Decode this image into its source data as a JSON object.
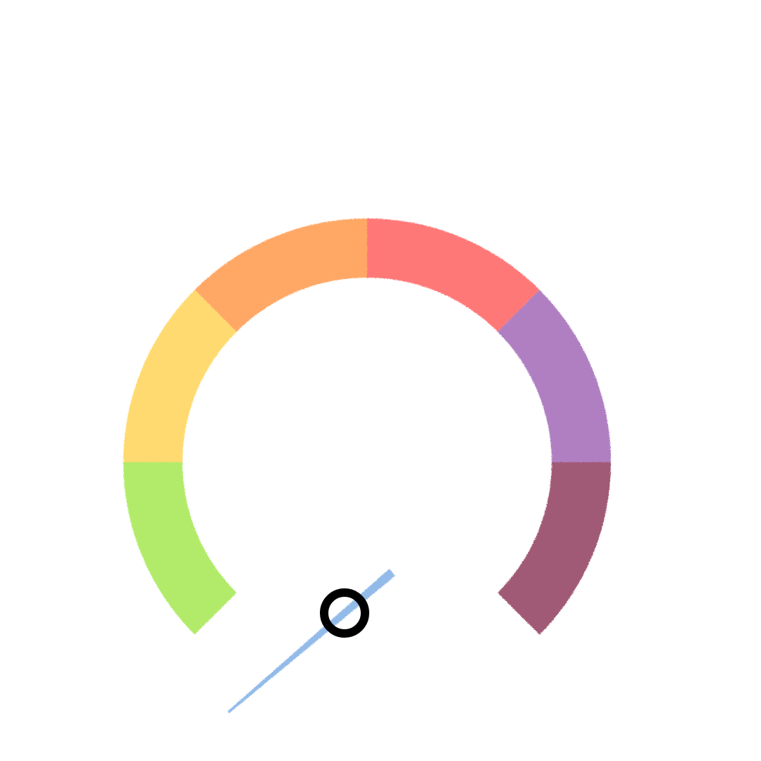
{
  "chart_data": {
    "type": "gauge",
    "title": "",
    "min": 0,
    "max": 6,
    "bands": [
      {
        "from": 0,
        "to": 1,
        "color": "#b2eb6a"
      },
      {
        "from": 1,
        "to": 2,
        "color": "#ffda70"
      },
      {
        "from": 2,
        "to": 3,
        "color": "#ffa866"
      },
      {
        "from": 3,
        "to": 4,
        "color": "#ff7878"
      },
      {
        "from": 4,
        "to": 5,
        "color": "#b07fc2"
      },
      {
        "from": 5,
        "to": 6,
        "color": "#a15a75"
      }
    ],
    "needle": {
      "value": 0.1,
      "color": "#93bbe9"
    },
    "hub_color": "#000000",
    "style": "hand-drawn"
  }
}
